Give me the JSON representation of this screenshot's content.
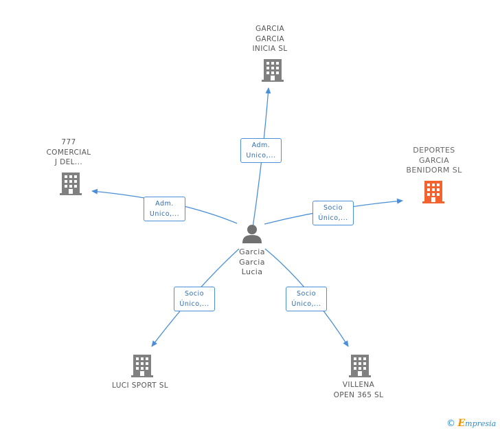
{
  "center_person": {
    "label": "Garcia\nGarcia\nLucia",
    "icon": "person-icon"
  },
  "companies": [
    {
      "id": "garcia-garcia-inicia",
      "label": "GARCIA\nGARCIA\nINICIA  SL",
      "highlight": false
    },
    {
      "id": "777-comercial",
      "label": "777\nCOMERCIAL\nJ DEL...",
      "highlight": false
    },
    {
      "id": "deportes-garcia-benidorm",
      "label": "DEPORTES\nGARCIA\nBENIDORM  SL",
      "highlight": true
    },
    {
      "id": "luci-sport",
      "label": "LUCI SPORT  SL",
      "highlight": false
    },
    {
      "id": "villena-open-365",
      "label": "VILLENA\nOPEN 365  SL",
      "highlight": false
    }
  ],
  "relations": [
    {
      "to": "garcia-garcia-inicia",
      "label": "Adm.\nUnico,..."
    },
    {
      "to": "777-comercial",
      "label": "Adm.\nUnico,..."
    },
    {
      "to": "deportes-garcia-benidorm",
      "label": "Socio\nÚnico,..."
    },
    {
      "to": "luci-sport",
      "label": "Socio\nÚnico,..."
    },
    {
      "to": "villena-open-365",
      "label": "Socio\nÚnico,..."
    }
  ],
  "colors": {
    "edge": "#4a8fd8",
    "building": "#808080",
    "building_highlight": "#f26330",
    "person": "#707070"
  },
  "footer": {
    "copyright": "©",
    "brand_initial": "E",
    "brand_rest": "mpresia"
  }
}
